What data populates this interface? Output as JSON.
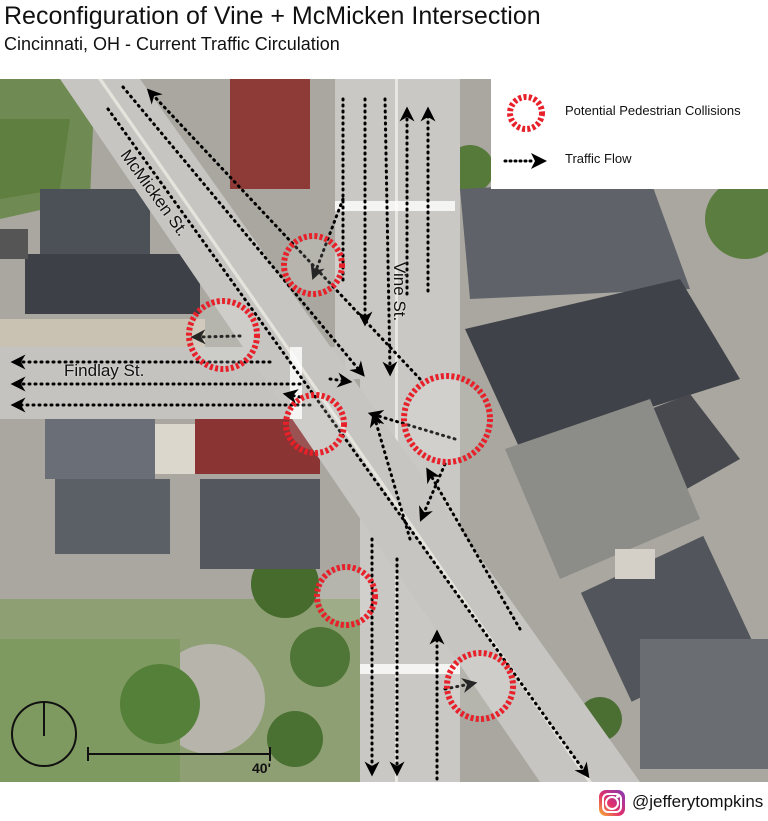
{
  "title": "Reconfiguration of Vine + McMicken Intersection",
  "subtitle": "Cincinnati, OH - Current Traffic Circulation",
  "legend": {
    "collisions_label": "Potential Pedestrian Collisions",
    "flow_label": "Traffic Flow",
    "collision_color": "#e8202a"
  },
  "streets": {
    "mcmicken": "McMicken St.",
    "vine": "Vine St.",
    "findlay": "Findlay St."
  },
  "scale": {
    "label": "40'"
  },
  "footer": {
    "handle": "@jefferytompkins",
    "icon": "instagram-icon"
  },
  "icons": {
    "north_arrow": "north-arrow-icon"
  }
}
